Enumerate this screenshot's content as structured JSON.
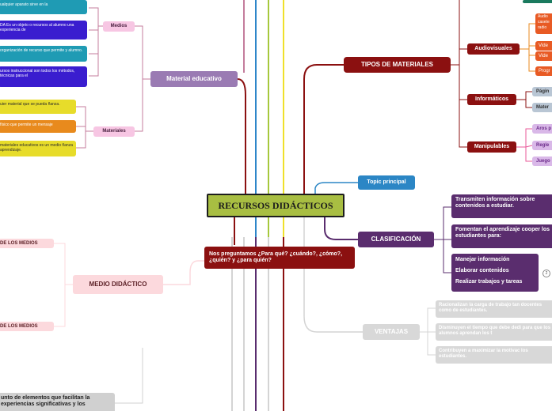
{
  "center": {
    "title": "RECURSOS DIDÁCTICOS"
  },
  "right": {
    "tipos": {
      "label": "TIPOS DE MATERIALES",
      "audiovisuales": {
        "label": "Audiovisuales",
        "items": [
          "Audio casete radio",
          "Vide",
          "Vide",
          "Progr"
        ]
      },
      "informaticos": {
        "label": "Informáticos",
        "items": [
          "Págin",
          "Mater"
        ]
      },
      "manipulables": {
        "label": "Manipulables",
        "items": [
          "Aros p",
          "Regle",
          "Juego"
        ]
      }
    },
    "topic": {
      "label": "Topic principal"
    },
    "clasificacion": {
      "label": "CLASIFICACIÓN",
      "items": [
        "Transmiten información sobre contenidos a estudiar.",
        "Fomentan el aprendizaje cooper los estudiantes para:",
        "Manejar información\n\nElaborar contenidos\n\nRealizar trabajos y tareas"
      ],
      "collapse_count": "2"
    },
    "ventajas": {
      "label": "VENTAJAS",
      "items": [
        "Racionalizan la carga de trabajo tan docentes como de estudiantes.",
        "Disminuyen el tiempo que debe dedi para que los alumnos aprendan los t",
        "Contribuyen a maximizar la motivac los estudiantes."
      ]
    }
  },
  "left": {
    "material_educativo": {
      "label": "Material educativo",
      "medios": {
        "label": "Medios",
        "items": [
          "ualquier aparato sirve en la",
          "DA Es un objeto o recursos al alumno una experiencia de",
          "organización de recurso que permite y alumno.",
          "ursos instruccional son todos los métodos, técnicas para el"
        ]
      },
      "materiales": {
        "label": "Materiales",
        "items": [
          "uier material que se pueda ñanza.",
          "físico que permite un mensaje",
          "materiales educativos es un medio ñanza aprendizaje."
        ]
      }
    },
    "preguntamos": {
      "label": "Nos preguntamos ¿Para qué? ¿cuándo?, ¿cómo?, ¿quién? y ¿para quién?"
    },
    "medio_didactico": {
      "label": "MEDIO DIDÁCTICO",
      "items": [
        "DE LOS MEDIOS",
        "DE LOS MEDIOS"
      ]
    },
    "bottom_note": {
      "label": "unto de elementos que facilitan la experiencias significativas y los"
    }
  },
  "colors": {
    "center_bg": "#a8be42",
    "dark_red": "#8b1010",
    "purple": "#5a2d6e",
    "material_purple": "#9a7bb3",
    "blue": "#2b86c5"
  }
}
